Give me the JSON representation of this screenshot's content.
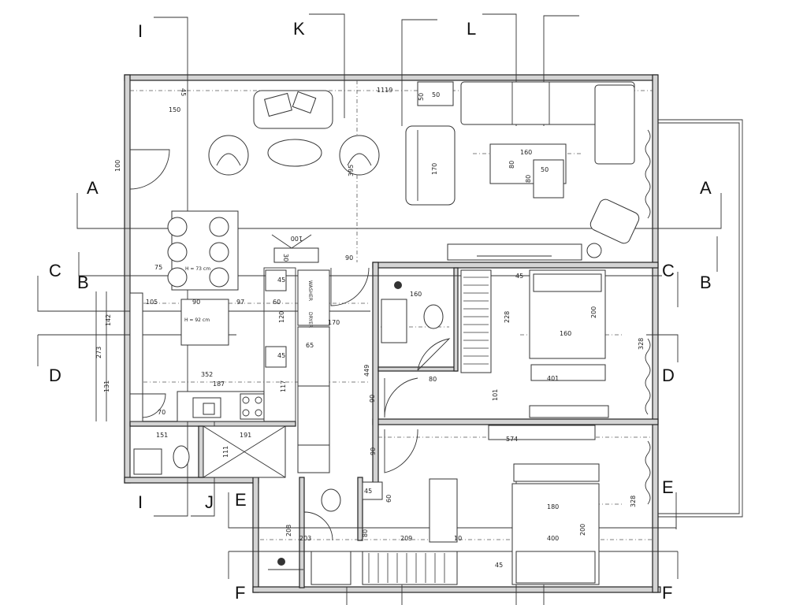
{
  "sections": [
    {
      "name": "A",
      "items": [
        {
          "label": "A"
        },
        {
          "label": "A"
        }
      ]
    },
    {
      "name": "B",
      "items": [
        {
          "label": "B"
        },
        {
          "label": "B"
        }
      ]
    },
    {
      "name": "C",
      "items": [
        {
          "label": "C"
        },
        {
          "label": "C"
        }
      ]
    },
    {
      "name": "D",
      "items": [
        {
          "label": "D"
        },
        {
          "label": "D"
        }
      ]
    },
    {
      "name": "E",
      "items": [
        {
          "label": "E"
        },
        {
          "label": "E"
        }
      ]
    },
    {
      "name": "F",
      "items": [
        {
          "label": "F"
        },
        {
          "label": "F"
        }
      ]
    },
    {
      "name": "I",
      "items": [
        {
          "label": "I"
        },
        {
          "label": "I"
        }
      ]
    },
    {
      "name": "J",
      "items": [
        {
          "label": "J"
        }
      ]
    },
    {
      "name": "K",
      "items": [
        {
          "label": "K"
        }
      ]
    },
    {
      "name": "L",
      "items": [
        {
          "label": "L"
        }
      ]
    }
  ],
  "dimensions": [
    "45",
    "150",
    "1119",
    "50",
    "50",
    "100",
    "395",
    "170",
    "160",
    "80",
    "80",
    "50",
    "100",
    "30",
    "90",
    "75",
    "H = 73 cm",
    "45",
    "105",
    "90",
    "97",
    "60",
    "142",
    "120",
    "H = 92 cm",
    "65",
    "170",
    "273",
    "45",
    "131",
    "352",
    "187",
    "117",
    "70",
    "449",
    "160",
    "45",
    "228",
    "200",
    "160",
    "328",
    "80",
    "401",
    "101",
    "90",
    "151",
    "191",
    "111",
    "574",
    "90",
    "45",
    "60",
    "180",
    "328",
    "208",
    "203",
    "80",
    "209",
    "10",
    "400",
    "200",
    "45"
  ],
  "appliance_labels": [
    "WASHER",
    "DRYER"
  ]
}
